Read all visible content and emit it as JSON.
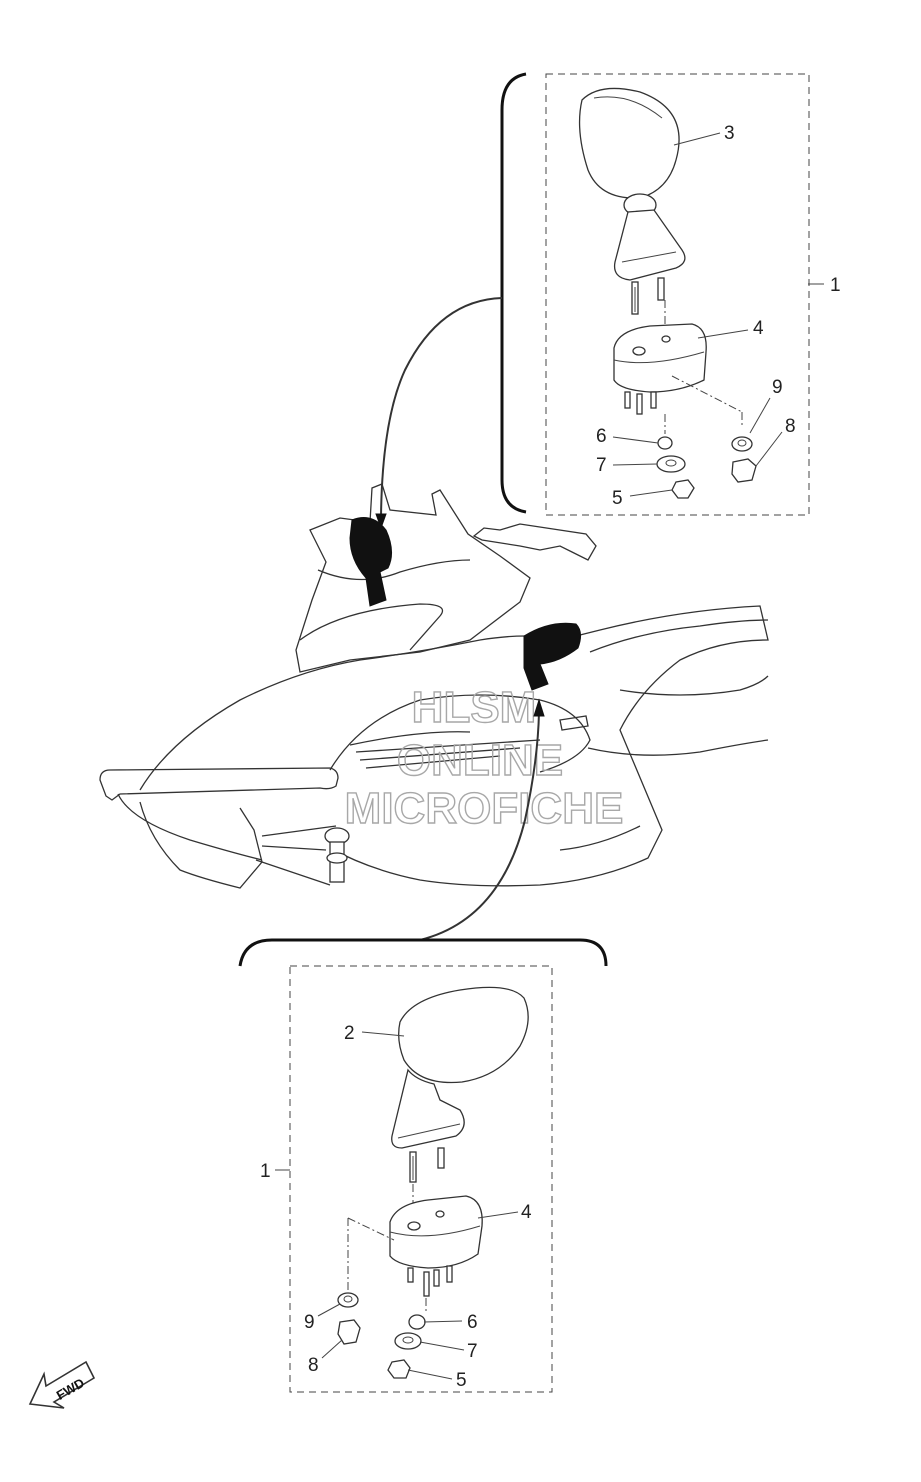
{
  "watermark": {
    "line1": "HLSM",
    "line2": "ONLINE",
    "line3": "MICROFICHE"
  },
  "fwd_label": "FWD",
  "upper_group": {
    "assembly_ref": "1",
    "mirror_ref": "3",
    "bracket_ref": "4",
    "washer_ref_9": "9",
    "nut_ref_8": "8",
    "collar_ref_6": "6",
    "washer_ref_7": "7",
    "nut_ref_5": "5"
  },
  "lower_group": {
    "assembly_ref": "1",
    "mirror_ref": "2",
    "bracket_ref": "4",
    "washer_ref_9": "9",
    "nut_ref_8": "8",
    "collar_ref_6": "6",
    "washer_ref_7": "7",
    "nut_ref_5": "5"
  }
}
